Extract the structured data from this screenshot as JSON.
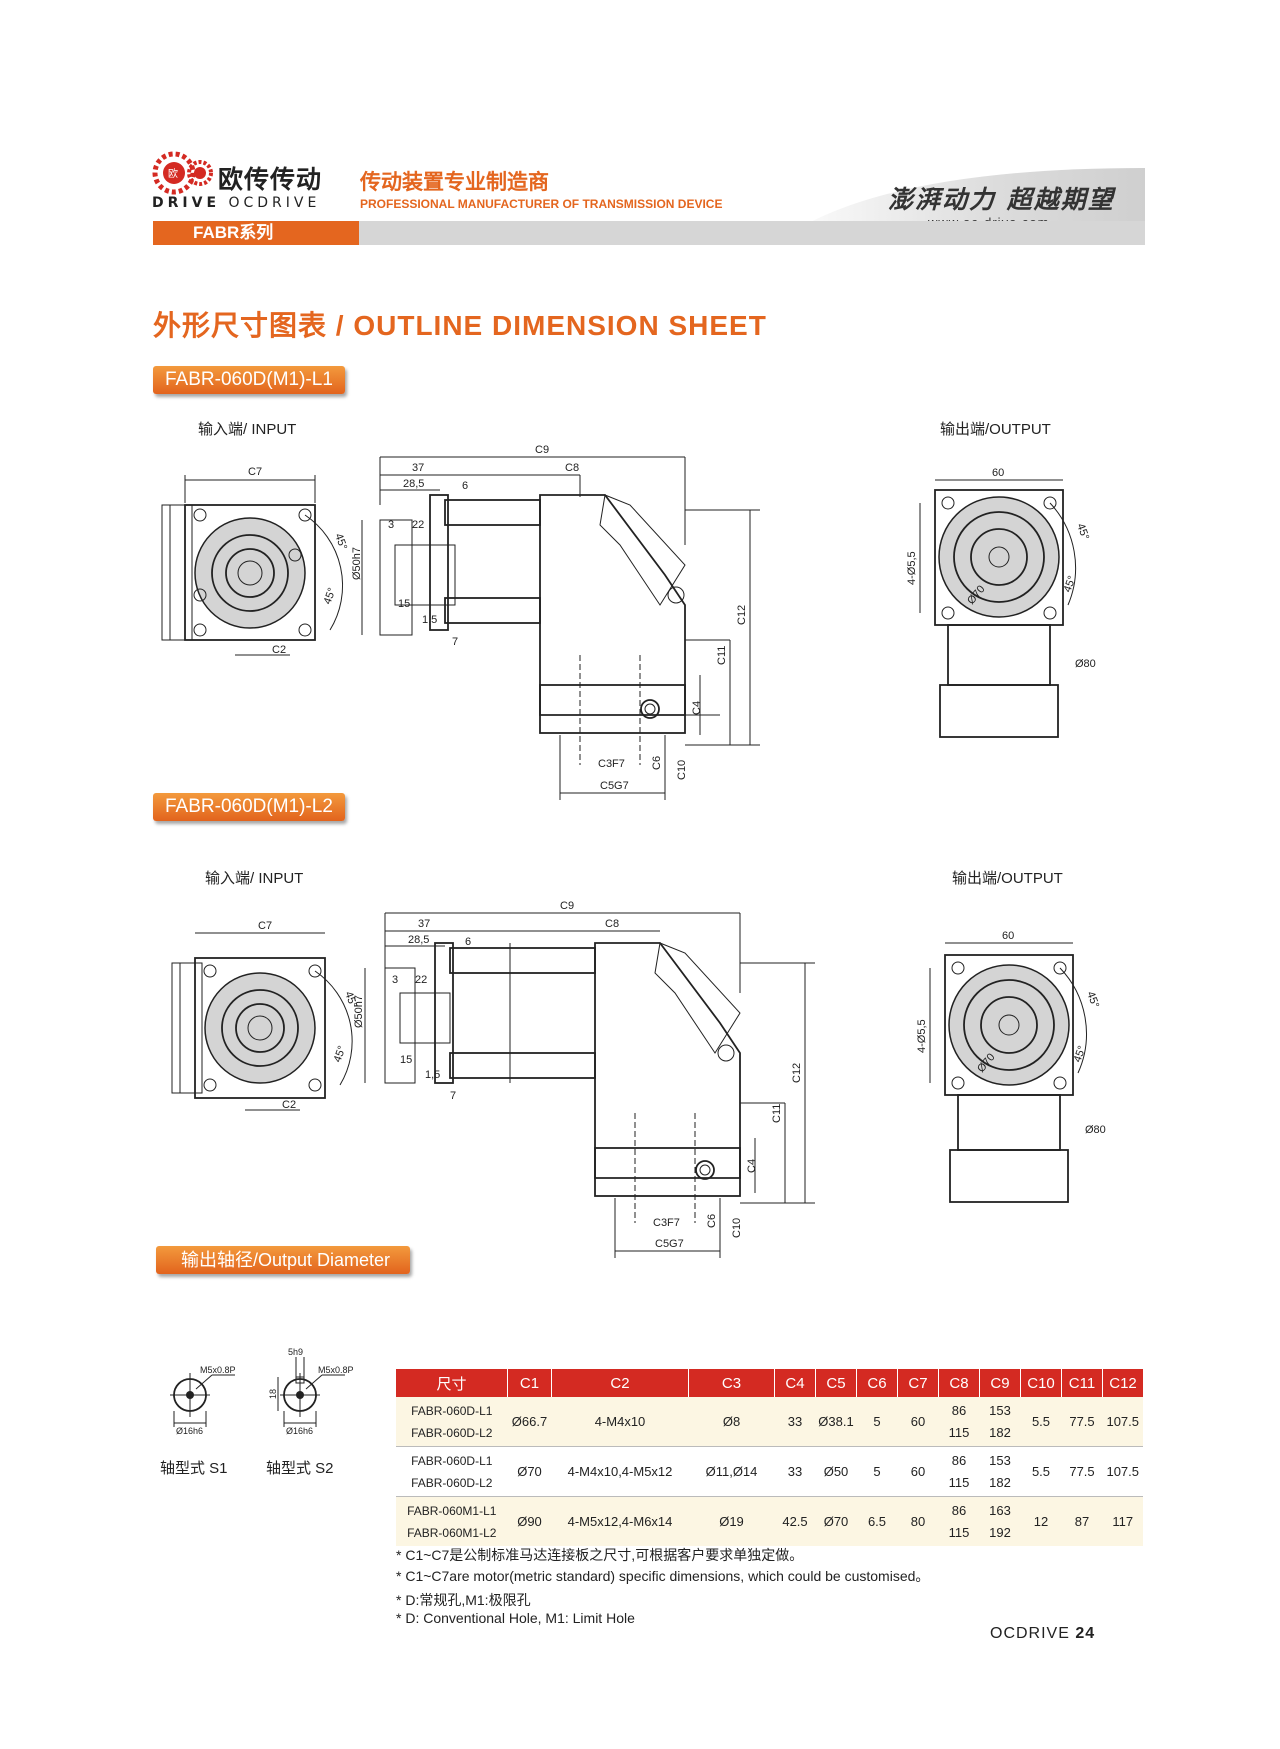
{
  "header": {
    "brand_cn": "欧传传动",
    "brand_en_a": "DRIVE",
    "brand_en_b": "OCDRIVE",
    "tagline_cn": "传动装置专业制造商",
    "tagline_en": "PROFESSIONAL MANUFACTURER OF TRANSMISSION DEVICE",
    "slogan_cn": "澎湃动力 超越期望",
    "slogan_url": "——www.oc-drive.com——",
    "series": "FABR系列"
  },
  "section_title": "外形尺寸图表 / OUTLINE DIMENSION SHEET",
  "drawings": [
    {
      "model": "FABR-060D(M1)-L1",
      "input_label": "输入端/ INPUT",
      "output_label": "输出端/OUTPUT"
    },
    {
      "model": "FABR-060D(M1)-L2",
      "input_label": "输入端/ INPUT",
      "output_label": "输出端/OUTPUT"
    }
  ],
  "dim_labels": {
    "c7": "C7",
    "c2": "C2",
    "c9": "C9",
    "c8": "C8",
    "d37": "37",
    "d28": "28,5",
    "d6": "6",
    "d3": "3",
    "d22": "22",
    "d50": "Ø50h7",
    "d15": "15",
    "d1_5": "1,5",
    "d7": "7",
    "c12": "C12",
    "c11": "C11",
    "c4": "C4",
    "c3": "C3F7",
    "c6": "C6",
    "c10": "C10",
    "c5": "C5G7",
    "d60": "60",
    "d4_5": "4-Ø5,5",
    "d70": "Ø70",
    "d45": "45°",
    "d80": "Ø80"
  },
  "output_section": {
    "title": "输出轴径/Output Diameter",
    "shaft_s1": {
      "label": "轴型式 S1",
      "thread": "M5x0.8P",
      "dia": "Ø16h6"
    },
    "shaft_s2": {
      "label": "轴型式 S2",
      "thread": "M5x0.8P",
      "dia": "Ø16h6",
      "key": "5h9",
      "height": "18"
    }
  },
  "table": {
    "headers": [
      "尺寸",
      "C1",
      "C2",
      "C3",
      "C4",
      "C5",
      "C6",
      "C7",
      "C8",
      "C9",
      "C10",
      "C11",
      "C12"
    ],
    "rows": [
      {
        "models": [
          "FABR-060D-L1",
          "FABR-060D-L2"
        ],
        "c1": "Ø66.7",
        "c2": "4-M4x10",
        "c3": "Ø8",
        "c4": "33",
        "c5": "Ø38.1",
        "c6": "5",
        "c7": "60",
        "c8": [
          "86",
          "115"
        ],
        "c9": [
          "153",
          "182"
        ],
        "c10": "5.5",
        "c11": "77.5",
        "c12": "107.5"
      },
      {
        "models": [
          "FABR-060D-L1",
          "FABR-060D-L2"
        ],
        "c1": "Ø70",
        "c2": "4-M4x10,4-M5x12",
        "c3": "Ø11,Ø14",
        "c4": "33",
        "c5": "Ø50",
        "c6": "5",
        "c7": "60",
        "c8": [
          "86",
          "115"
        ],
        "c9": [
          "153",
          "182"
        ],
        "c10": "5.5",
        "c11": "77.5",
        "c12": "107.5"
      },
      {
        "models": [
          "FABR-060M1-L1",
          "FABR-060M1-L2"
        ],
        "c1": "Ø90",
        "c2": "4-M5x12,4-M6x14",
        "c3": "Ø19",
        "c4": "42.5",
        "c5": "Ø70",
        "c6": "6.5",
        "c7": "80",
        "c8": [
          "86",
          "115"
        ],
        "c9": [
          "163",
          "192"
        ],
        "c10": "12",
        "c11": "87",
        "c12": "117"
      }
    ]
  },
  "notes": [
    "* C1~C7是公制标准马达连接板之尺寸,可根据客户要求单独定做。",
    "* C1~C7are motor(metric standard)  specific dimensions, which could be customised。",
    "* D:常规孔,M1:极限孔",
    "* D: Conventional Hole, M1: Limit Hole"
  ],
  "footer": {
    "brand": "OCDRIVE",
    "page": "24"
  },
  "colors": {
    "accent": "#e4661f",
    "table_header": "#d42a22",
    "row_bg": "#fcf6e3"
  }
}
